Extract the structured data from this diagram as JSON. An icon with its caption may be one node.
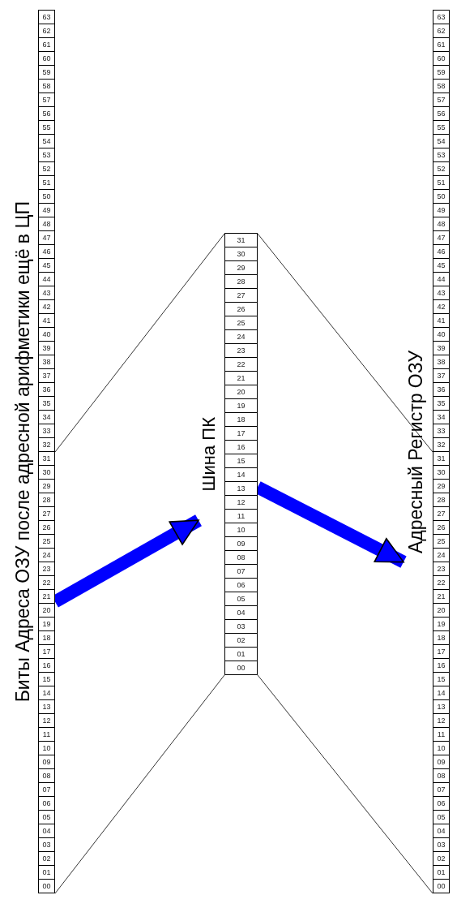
{
  "diagram": {
    "nodes": [
      {
        "text": [
          "Биты Адреса ОЗУ после адресной арифметики ещё в ЦП"
        ]
      },
      {
        "text": [
          "63"
        ],
        "in": 0
      },
      {
        "text": [
          "62"
        ],
        "in": 0
      },
      {
        "text": [
          "61"
        ],
        "in": 0
      },
      {
        "text": [
          "60"
        ],
        "in": 0
      },
      {
        "text": [
          "59"
        ],
        "in": 0
      },
      {
        "text": [
          "58"
        ],
        "in": 0
      },
      {
        "text": [
          "57"
        ],
        "in": 0
      },
      {
        "text": [
          "56"
        ],
        "in": 0
      },
      {
        "text": [
          "55"
        ],
        "in": 0
      },
      {
        "text": [
          "54"
        ],
        "in": 0
      },
      {
        "text": [
          "53"
        ],
        "in": 0
      },
      {
        "text": [
          "52"
        ],
        "in": 0
      },
      {
        "text": [
          "51"
        ],
        "in": 0
      },
      {
        "text": [
          "50"
        ],
        "in": 0
      },
      {
        "text": [
          "49"
        ],
        "in": 0
      },
      {
        "text": [
          "48"
        ],
        "in": 0
      },
      {
        "text": [
          "47"
        ],
        "in": 0
      },
      {
        "text": [
          "46"
        ],
        "in": 0
      },
      {
        "text": [
          "45"
        ],
        "in": 0
      },
      {
        "text": [
          "44"
        ],
        "in": 0
      },
      {
        "text": [
          "43"
        ],
        "in": 0
      },
      {
        "text": [
          "42"
        ],
        "in": 0
      },
      {
        "text": [
          "41"
        ],
        "in": 0
      },
      {
        "text": [
          "40"
        ],
        "in": 0
      },
      {
        "text": [
          "39"
        ],
        "in": 0
      },
      {
        "text": [
          "38"
        ],
        "in": 0
      },
      {
        "text": [
          "37"
        ],
        "in": 0
      },
      {
        "text": [
          "36"
        ],
        "in": 0
      },
      {
        "text": [
          "35"
        ],
        "in": 0
      },
      {
        "text": [
          "34"
        ],
        "in": 0
      },
      {
        "text": [
          "33"
        ],
        "in": 0
      },
      {
        "text": [
          "32"
        ],
        "in": 0
      },
      {
        "text": [
          "31"
        ],
        "in": 0
      },
      {
        "text": [
          "30"
        ],
        "in": 0
      },
      {
        "text": [
          "29"
        ],
        "in": 0
      },
      {
        "text": [
          "28"
        ],
        "in": 0
      },
      {
        "text": [
          "27"
        ],
        "in": 0
      },
      {
        "text": [
          "26"
        ],
        "in": 0
      },
      {
        "text": [
          "25"
        ],
        "in": 0
      },
      {
        "text": [
          "24"
        ],
        "in": 0
      },
      {
        "text": [
          "23"
        ],
        "in": 0
      },
      {
        "text": [
          "22"
        ],
        "in": 0
      },
      {
        "text": [
          "21"
        ],
        "in": 0
      },
      {
        "text": [
          "20"
        ],
        "in": 0
      },
      {
        "text": [
          "19"
        ],
        "in": 0
      },
      {
        "text": [
          "18"
        ],
        "in": 0
      },
      {
        "text": [
          "17"
        ],
        "in": 0
      },
      {
        "text": [
          "16"
        ],
        "in": 0
      },
      {
        "text": [
          "15"
        ],
        "in": 0
      },
      {
        "text": [
          "14"
        ],
        "in": 0
      },
      {
        "text": [
          "13"
        ],
        "in": 0
      },
      {
        "text": [
          "12"
        ],
        "in": 0
      },
      {
        "text": [
          "11"
        ],
        "in": 0
      },
      {
        "text": [
          "10"
        ],
        "in": 0
      },
      {
        "text": [
          "09"
        ],
        "in": 0
      },
      {
        "text": [
          "08"
        ],
        "in": 0
      },
      {
        "text": [
          "07"
        ],
        "in": 0
      },
      {
        "text": [
          "06"
        ],
        "in": 0
      },
      {
        "text": [
          "05"
        ],
        "in": 0
      },
      {
        "text": [
          "04"
        ],
        "in": 0
      },
      {
        "text": [
          "03"
        ],
        "in": 0
      },
      {
        "text": [
          "02"
        ],
        "in": 0
      },
      {
        "text": [
          "01"
        ],
        "in": 0
      },
      {
        "text": [
          "00"
        ],
        "in": 0
      },
      {
        "text": [
          "Шина ПК"
        ]
      },
      {
        "text": [
          "31"
        ],
        "in": 65
      },
      {
        "text": [
          "30"
        ],
        "in": 65
      },
      {
        "text": [
          "29"
        ],
        "in": 65
      },
      {
        "text": [
          "28"
        ],
        "in": 65
      },
      {
        "text": [
          "27"
        ],
        "in": 65
      },
      {
        "text": [
          "26"
        ],
        "in": 65
      },
      {
        "text": [
          "25"
        ],
        "in": 65
      },
      {
        "text": [
          "24"
        ],
        "in": 65
      },
      {
        "text": [
          "23"
        ],
        "in": 65
      },
      {
        "text": [
          "22"
        ],
        "in": 65
      },
      {
        "text": [
          "21"
        ],
        "in": 65
      },
      {
        "text": [
          "20"
        ],
        "in": 65
      },
      {
        "text": [
          "19"
        ],
        "in": 65
      },
      {
        "text": [
          "18"
        ],
        "in": 65
      },
      {
        "text": [
          "17"
        ],
        "in": 65
      },
      {
        "text": [
          "16"
        ],
        "in": 65
      },
      {
        "text": [
          "15"
        ],
        "in": 65
      },
      {
        "text": [
          "14"
        ],
        "in": 65
      },
      {
        "text": [
          "13"
        ],
        "in": 65
      },
      {
        "text": [
          "12"
        ],
        "in": 65
      },
      {
        "text": [
          "11"
        ],
        "in": 65
      },
      {
        "text": [
          "10"
        ],
        "in": 65
      },
      {
        "text": [
          "09"
        ],
        "in": 65
      },
      {
        "text": [
          "08"
        ],
        "in": 65
      },
      {
        "text": [
          "07"
        ],
        "in": 65
      },
      {
        "text": [
          "06"
        ],
        "in": 65
      },
      {
        "text": [
          "05"
        ],
        "in": 65
      },
      {
        "text": [
          "04"
        ],
        "in": 65
      },
      {
        "text": [
          "03"
        ],
        "in": 65
      },
      {
        "text": [
          "02"
        ],
        "in": 65
      },
      {
        "text": [
          "01"
        ],
        "in": 65
      },
      {
        "text": [
          "00"
        ],
        "in": 65
      },
      {
        "text": [
          "Адресный Регистр ОЗУ"
        ]
      },
      {
        "text": [
          "63"
        ],
        "in": 98
      },
      {
        "text": [
          "62"
        ],
        "in": 98
      },
      {
        "text": [
          "61"
        ],
        "in": 98
      },
      {
        "text": [
          "60"
        ],
        "in": 98
      },
      {
        "text": [
          "59"
        ],
        "in": 98
      },
      {
        "text": [
          "58"
        ],
        "in": 98
      },
      {
        "text": [
          "57"
        ],
        "in": 98
      },
      {
        "text": [
          "56"
        ],
        "in": 98
      },
      {
        "text": [
          "55"
        ],
        "in": 98
      },
      {
        "text": [
          "54"
        ],
        "in": 98
      },
      {
        "text": [
          "53"
        ],
        "in": 98
      },
      {
        "text": [
          "52"
        ],
        "in": 98
      },
      {
        "text": [
          "51"
        ],
        "in": 98
      },
      {
        "text": [
          "50"
        ],
        "in": 98
      },
      {
        "text": [
          "49"
        ],
        "in": 98
      },
      {
        "text": [
          "48"
        ],
        "in": 98
      },
      {
        "text": [
          "47"
        ],
        "in": 98
      },
      {
        "text": [
          "46"
        ],
        "in": 98
      },
      {
        "text": [
          "45"
        ],
        "in": 98
      },
      {
        "text": [
          "44"
        ],
        "in": 98
      },
      {
        "text": [
          "43"
        ],
        "in": 98
      },
      {
        "text": [
          "42"
        ],
        "in": 98
      },
      {
        "text": [
          "41"
        ],
        "in": 98
      },
      {
        "text": [
          "40"
        ],
        "in": 98
      },
      {
        "text": [
          "39"
        ],
        "in": 98
      },
      {
        "text": [
          "38"
        ],
        "in": 98
      },
      {
        "text": [
          "37"
        ],
        "in": 98
      },
      {
        "text": [
          "36"
        ],
        "in": 98
      },
      {
        "text": [
          "35"
        ],
        "in": 98
      },
      {
        "text": [
          "34"
        ],
        "in": 98
      },
      {
        "text": [
          "33"
        ],
        "in": 98
      },
      {
        "text": [
          "32"
        ],
        "in": 98
      },
      {
        "text": [
          "31"
        ],
        "in": 98
      },
      {
        "text": [
          "30"
        ],
        "in": 98
      },
      {
        "text": [
          "29"
        ],
        "in": 98
      },
      {
        "text": [
          "28"
        ],
        "in": 98
      },
      {
        "text": [
          "27"
        ],
        "in": 98
      },
      {
        "text": [
          "26"
        ],
        "in": 98
      },
      {
        "text": [
          "25"
        ],
        "in": 98
      },
      {
        "text": [
          "24"
        ],
        "in": 98
      },
      {
        "text": [
          "23"
        ],
        "in": 98
      },
      {
        "text": [
          "22"
        ],
        "in": 98
      },
      {
        "text": [
          "21"
        ],
        "in": 98
      },
      {
        "text": [
          "20"
        ],
        "in": 98
      },
      {
        "text": [
          "19"
        ],
        "in": 98
      },
      {
        "text": [
          "18"
        ],
        "in": 98
      },
      {
        "text": [
          "17"
        ],
        "in": 98
      },
      {
        "text": [
          "16"
        ],
        "in": 98
      },
      {
        "text": [
          "15"
        ],
        "in": 98
      },
      {
        "text": [
          "14"
        ],
        "in": 98
      },
      {
        "text": [
          "13"
        ],
        "in": 98
      },
      {
        "text": [
          "12"
        ],
        "in": 98
      },
      {
        "text": [
          "11"
        ],
        "in": 98
      },
      {
        "text": [
          "10"
        ],
        "in": 98
      },
      {
        "text": [
          "09"
        ],
        "in": 98
      },
      {
        "text": [
          "08"
        ],
        "in": 98
      },
      {
        "text": [
          "07"
        ],
        "in": 98
      },
      {
        "text": [
          "06"
        ],
        "in": 98
      },
      {
        "text": [
          "05"
        ],
        "in": 98
      },
      {
        "text": [
          "04"
        ],
        "in": 98
      },
      {
        "text": [
          "03"
        ],
        "in": 98
      },
      {
        "text": [
          "02"
        ],
        "in": 98
      },
      {
        "text": [
          "01"
        ],
        "in": 98
      },
      {
        "text": [
          "00"
        ],
        "in": 98
      }
    ],
    "edges": [
      {
        "from": 66,
        "to": 33,
        "arrow": "none"
      },
      {
        "from": 97,
        "to": 64,
        "arrow": "none"
      },
      {
        "from": 66,
        "to": 131,
        "arrow": "none"
      },
      {
        "from": 97,
        "to": 162,
        "arrow": "none"
      },
      {
        "from": 0,
        "to": 65,
        "arrow": "to",
        "style": "thick",
        "color": "#0000ff"
      },
      {
        "from": 65,
        "to": 98,
        "arrow": "to",
        "style": "thick",
        "color": "#0000ff"
      }
    ]
  }
}
